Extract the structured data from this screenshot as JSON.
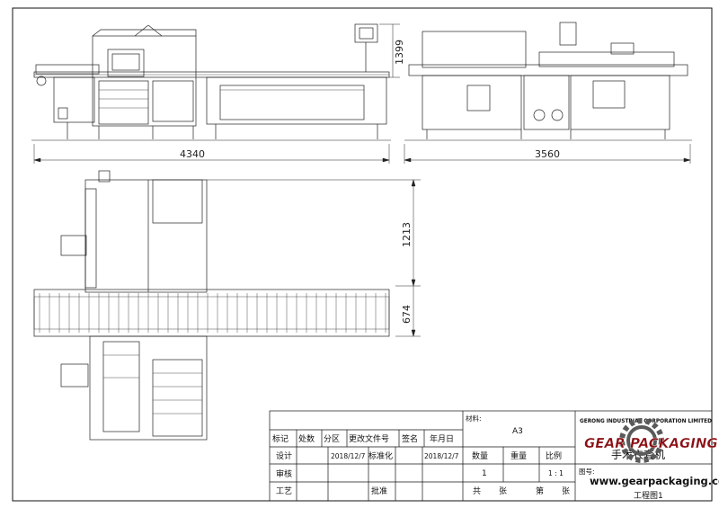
{
  "dimensions": {
    "front_length": "4340",
    "front_height": "1399",
    "side_length": "3560",
    "plan_upper_depth": "1213",
    "plan_conveyor_width": "674"
  },
  "title_block": {
    "headers": [
      "标记",
      "处数",
      "分区",
      "更改文件号",
      "签名",
      "年月日"
    ],
    "design_label": "设计",
    "design_date": "2018/12/7",
    "standardize_label": "标准化",
    "standardize_date": "2018/12/7",
    "review_label": "审核",
    "process_label": "工艺",
    "approve_label": "批准",
    "material_label": "材料:",
    "material_value": "A3",
    "quantity_label": "数量",
    "quantity_value": "1",
    "weight_label": "重量",
    "scale_label": "比例",
    "scale_value": "1 : 1",
    "sheets_total_label": "共",
    "sheets_unit_1": "张",
    "sheet_no_label": "第",
    "sheets_unit_2": "张",
    "drawing_no_label": "图号:",
    "company_name": "GERONG INDUSTRIAL CORPORATION LIMITED",
    "drawing_name": "手术衣套机",
    "drawing_subtitle": "工程图1"
  },
  "watermark": {
    "brand": "GEAR PACKAGING",
    "url": "www.gearpackaging.com"
  }
}
